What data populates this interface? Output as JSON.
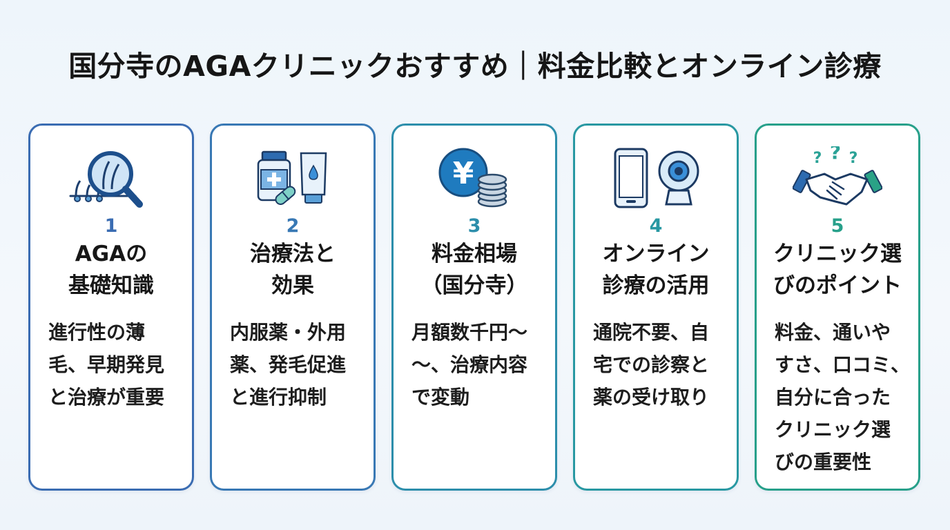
{
  "title": "国分寺のAGAクリニックおすすめ｜料金比較とオンライン診療",
  "cards": [
    {
      "number": "1",
      "heading": [
        "AGAの",
        "基礎知識"
      ],
      "desc": [
        "進行性の薄",
        "毛、早期発見",
        "と治療が重要"
      ],
      "icon": "magnifier-hair-icon",
      "color": "#3a6cb2"
    },
    {
      "number": "2",
      "heading": [
        "治療法と",
        "効果"
      ],
      "desc": [
        "内服薬・外用",
        "薬、発毛促進",
        "と進行抑制"
      ],
      "icon": "medicine-tube-icon",
      "color": "#3878b4"
    },
    {
      "number": "3",
      "heading": [
        "料金相場",
        "（国分寺）"
      ],
      "desc": [
        "月額数千円〜",
        "〜、治療内容",
        "で変動"
      ],
      "icon": "yen-coins-icon",
      "color": "#2c8eab"
    },
    {
      "number": "4",
      "heading": [
        "オンライン",
        "診療の活用"
      ],
      "desc": [
        "通院不要、自",
        "宅での診察と",
        "薬の受け取り"
      ],
      "icon": "phone-webcam-icon",
      "color": "#2898a2"
    },
    {
      "number": "5",
      "heading": [
        "クリニック選",
        "びのポイント"
      ],
      "desc": [
        "料金、通いや",
        "すさ、口コミ、",
        "自分に合った",
        "クリニック選",
        "びの重要性"
      ],
      "icon": "handshake-question-icon",
      "color": "#27a08a"
    }
  ]
}
